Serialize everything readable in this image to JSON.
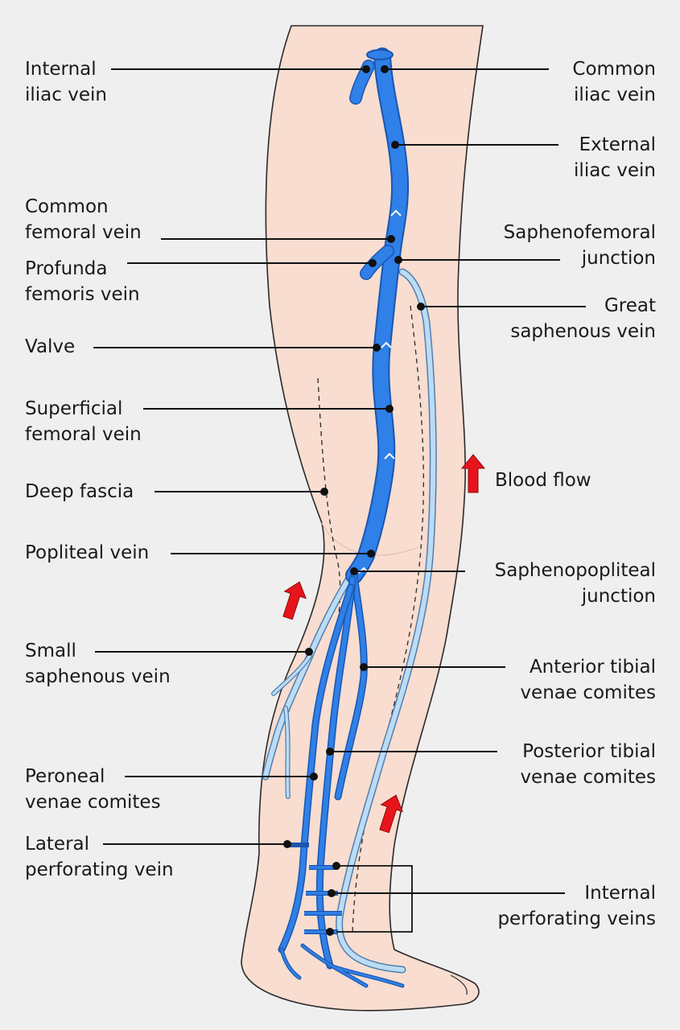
{
  "labels": {
    "internal_iliac": [
      "Internal",
      "iliac vein"
    ],
    "common_iliac": [
      "Common",
      "iliac vein"
    ],
    "external_iliac": [
      "External",
      "iliac vein"
    ],
    "common_femoral": [
      "Common",
      "femoral vein"
    ],
    "saphenofemoral": [
      "Saphenofemoral",
      "junction"
    ],
    "profunda": [
      "Profunda",
      "femoris vein"
    ],
    "great_saphenous": [
      "Great",
      "saphenous vein"
    ],
    "valve": [
      "Valve"
    ],
    "superficial_femoral": [
      "Superficial",
      "femoral vein"
    ],
    "deep_fascia": [
      "Deep fascia"
    ],
    "blood_flow": [
      "Blood flow"
    ],
    "popliteal": [
      "Popliteal vein"
    ],
    "saphenopopliteal": [
      "Saphenopopliteal",
      "junction"
    ],
    "small_saphenous": [
      "Small",
      "saphenous vein"
    ],
    "anterior_tibial": [
      "Anterior tibial",
      "venae comites"
    ],
    "posterior_tibial": [
      "Posterior tibial",
      "venae comites"
    ],
    "peroneal": [
      "Peroneal",
      "venae comites"
    ],
    "lateral_perforating": [
      "Lateral",
      "perforating vein"
    ],
    "internal_perforating": [
      "Internal",
      "perforating veins"
    ]
  },
  "colors": {
    "background": "#efefef",
    "skin": "#f8ddd0",
    "skin_shadow": "#f1ccbb",
    "outline": "#2a2a2a",
    "deep_vein": "#2f80e8",
    "deep_vein_dark": "#1b56b0",
    "superficial_vein": "#bcdcf4",
    "superficial_vein_edge": "#4f7fb0",
    "arrow": "#e8141b",
    "leader": "#111111"
  }
}
